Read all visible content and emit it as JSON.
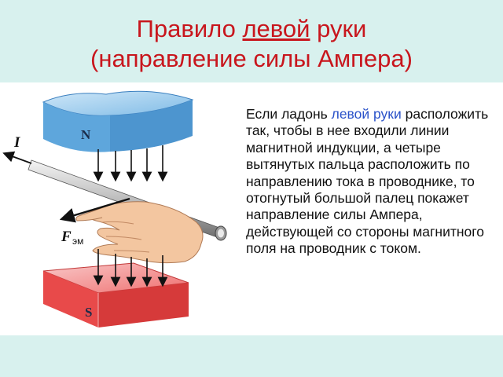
{
  "title": {
    "line1_before": "Правило ",
    "line1_highlight": "левой",
    "line1_after": " руки",
    "line2": "(направление силы Ампера)"
  },
  "figure": {
    "north_label": "N",
    "south_label": "S",
    "current_label": "I",
    "force_label": "F",
    "force_subscript": "эм"
  },
  "description": {
    "before": "Если ладонь ",
    "highlight": "левой руки",
    "after": " расположить так, чтобы в нее входили линии магнитной индукции, а четыре вытянутых пальца расположить по направлению тока в проводнике, то отогнутый большой палец покажет направление силы Ампера, действующей со стороны магнитного поля на проводник с током."
  },
  "colors": {
    "title": "#c8161d",
    "highlight_text": "#2a52c9",
    "background": "#d8f1ee",
    "north_pole": "#6aaee0",
    "south_pole": "#ee4b4b"
  }
}
